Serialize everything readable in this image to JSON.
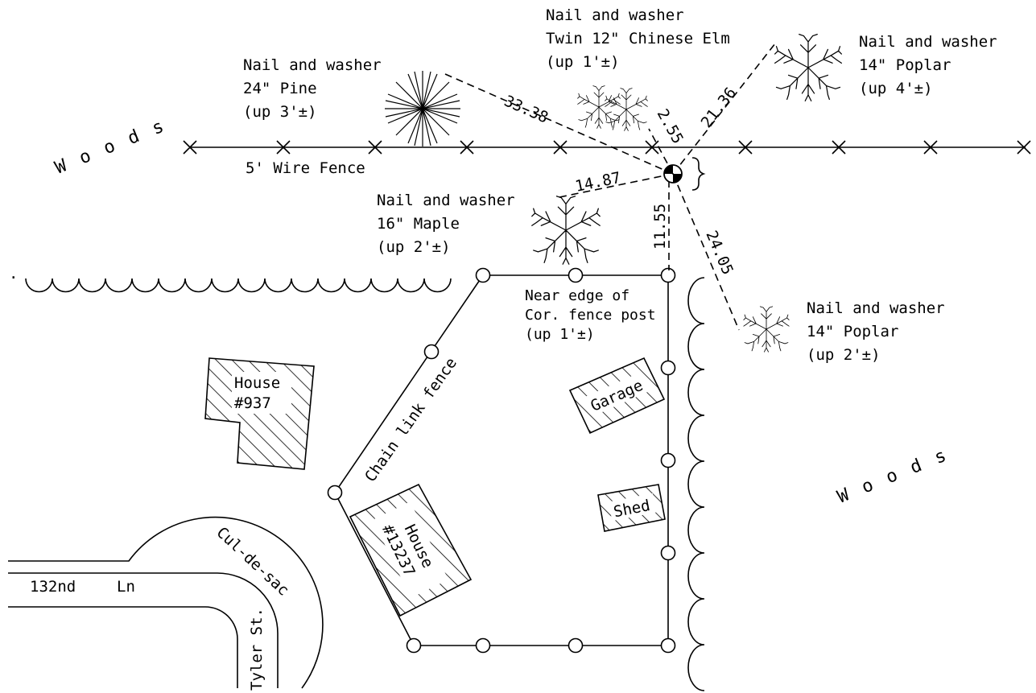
{
  "woods": {
    "left": "W o o d s",
    "right": "W o o d s"
  },
  "fences": {
    "wire": "5' Wire Fence",
    "chain_link": "Chain link fence"
  },
  "trees": {
    "pine": {
      "line1": "Nail and washer",
      "line2": "24\" Pine",
      "line3": "(up 3'±)"
    },
    "elm": {
      "line1": "Nail and washer",
      "line2": "Twin 12\" Chinese Elm",
      "line3": "(up 1'±)"
    },
    "poplar_top": {
      "line1": "Nail and washer",
      "line2": "14\" Poplar",
      "line3": "(up 4'±)"
    },
    "maple": {
      "line1": "Nail and washer",
      "line2": "16\" Maple",
      "line3": "(up 2'±)"
    },
    "poplar_bottom": {
      "line1": "Nail and washer",
      "line2": "14\" Poplar",
      "line3": "(up 2'±)"
    }
  },
  "corner_post": {
    "line1": "Near edge of",
    "line2": "Cor. fence post",
    "line3": "(up 1'±)"
  },
  "distances": {
    "pine": "33.38",
    "elm": "2.55",
    "poplar_top": "21.36",
    "maple": "14.87",
    "corner": "11.55",
    "poplar_bottom": "24.05"
  },
  "buildings": {
    "house_937": {
      "line1": "House",
      "line2": "#937"
    },
    "house_13237": {
      "line1": "House",
      "line2": "#13237"
    },
    "garage": "Garage",
    "shed": "Shed"
  },
  "streets": {
    "lane_number": "132nd",
    "lane_suffix": "Ln",
    "tyler": "Tyler St.",
    "cul_de_sac": "Cul-de-sac"
  }
}
